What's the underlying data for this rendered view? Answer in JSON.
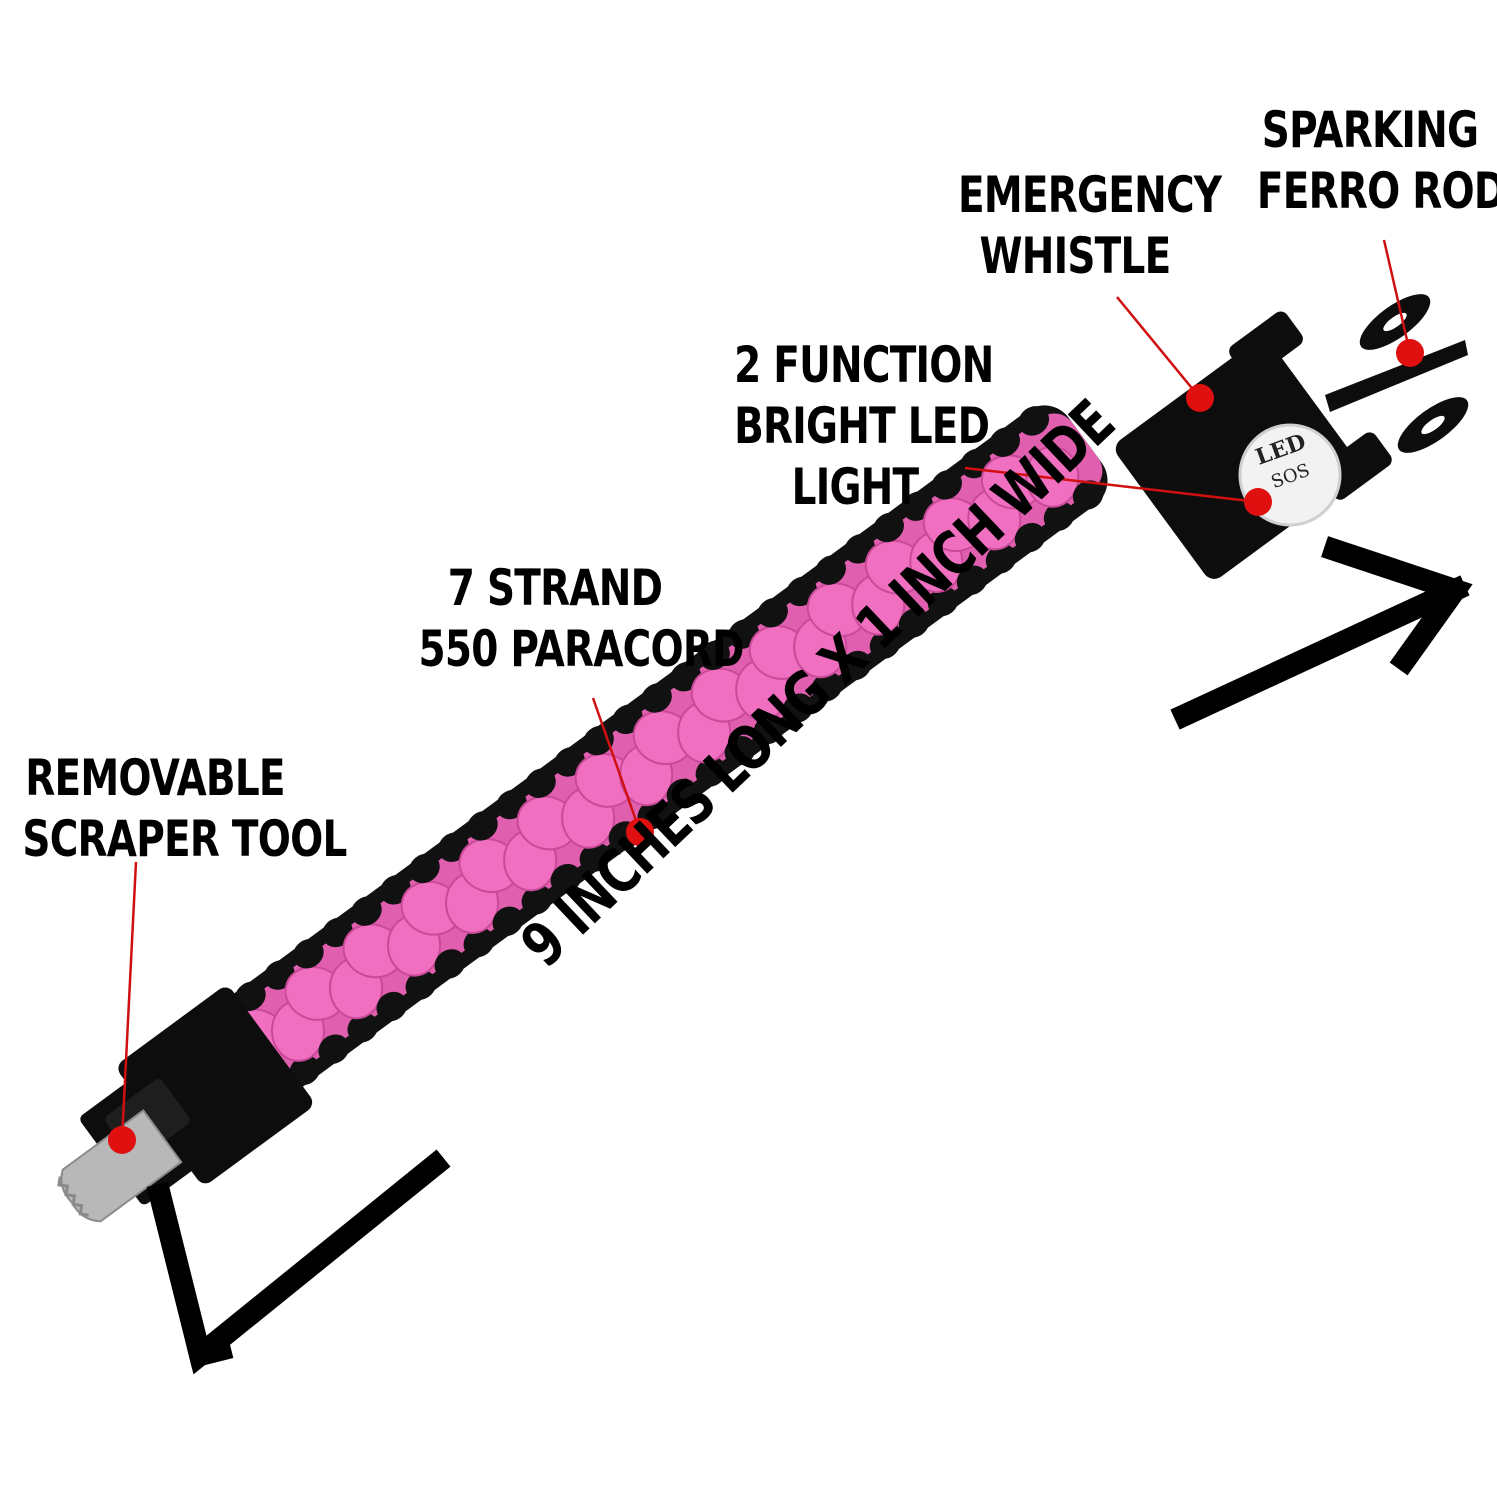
{
  "labels": {
    "scraper": {
      "line1": "REMOVABLE",
      "line2": "SCRAPER TOOL"
    },
    "paracord": {
      "line1": "7 STRAND",
      "line2": "550 PARACORD"
    },
    "led": {
      "line1": "2 FUNCTION",
      "line2": "BRIGHT LED",
      "line3": "LIGHT"
    },
    "whistle": {
      "line1": "EMERGENCY",
      "line2": "WHISTLE"
    },
    "ferro": {
      "line1": "SPARKING",
      "line2": "FERRO ROD"
    },
    "dimension": "9 INCHES LONG X 1 INCH WIDE"
  },
  "led_badge": {
    "top": "LED",
    "middle": "SOS"
  },
  "colors": {
    "cord_pink": "#f06fc0",
    "cord_black": "#111111",
    "marker_red": "#e01010",
    "buckle_black": "#0d0d0d",
    "scraper_steel": "#b8b8b8"
  }
}
